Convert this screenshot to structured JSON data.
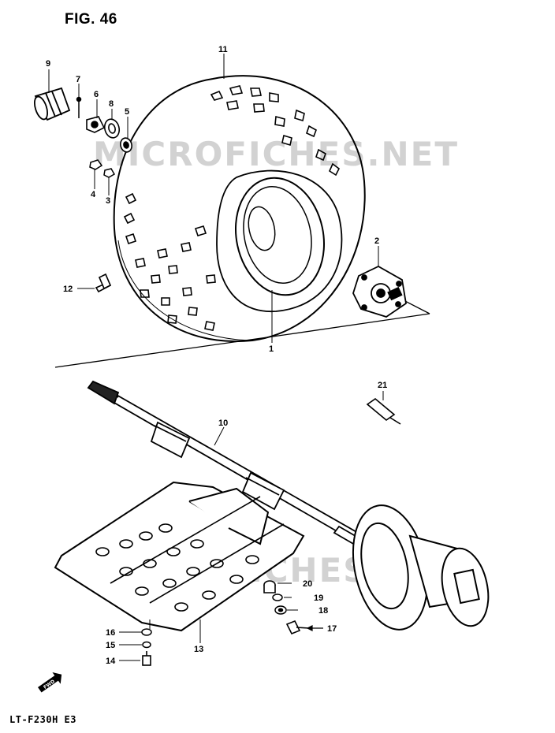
{
  "figure": {
    "title": "FIG. 46",
    "model_code": "LT-F230H E3",
    "watermark": "MICROFICHES.NET",
    "front_mark": "FWD"
  },
  "callouts": [
    {
      "id": "c1",
      "label": "1"
    },
    {
      "id": "c2",
      "label": "2"
    },
    {
      "id": "c3",
      "label": "3"
    },
    {
      "id": "c4",
      "label": "4"
    },
    {
      "id": "c5",
      "label": "5"
    },
    {
      "id": "c6",
      "label": "6"
    },
    {
      "id": "c7",
      "label": "7"
    },
    {
      "id": "c8",
      "label": "8"
    },
    {
      "id": "c9",
      "label": "9"
    },
    {
      "id": "c10",
      "label": "10"
    },
    {
      "id": "c11",
      "label": "11"
    },
    {
      "id": "c12",
      "label": "12"
    },
    {
      "id": "c13",
      "label": "13"
    },
    {
      "id": "c14",
      "label": "14"
    },
    {
      "id": "c15",
      "label": "15"
    },
    {
      "id": "c16",
      "label": "16"
    },
    {
      "id": "c17",
      "label": "17"
    },
    {
      "id": "c18",
      "label": "18"
    },
    {
      "id": "c19",
      "label": "19"
    },
    {
      "id": "c20",
      "label": "20"
    },
    {
      "id": "c21",
      "label": "21"
    }
  ]
}
